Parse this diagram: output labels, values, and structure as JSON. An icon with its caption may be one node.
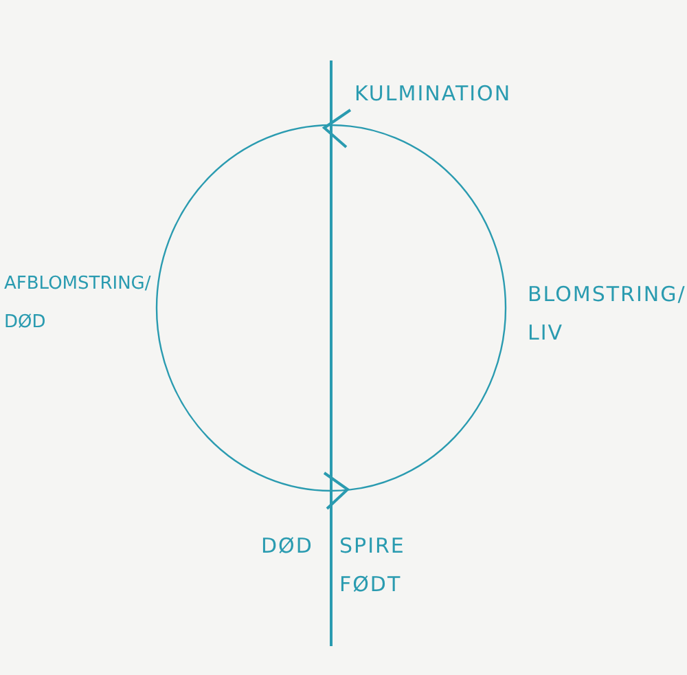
{
  "diagram": {
    "labels": [
      "KULMINATION",
      "AFBLOMSTRING/ DØD",
      "BLOMSTRING/ LIV",
      "DØD",
      "SPIRE FØDT"
    ]
  }
}
